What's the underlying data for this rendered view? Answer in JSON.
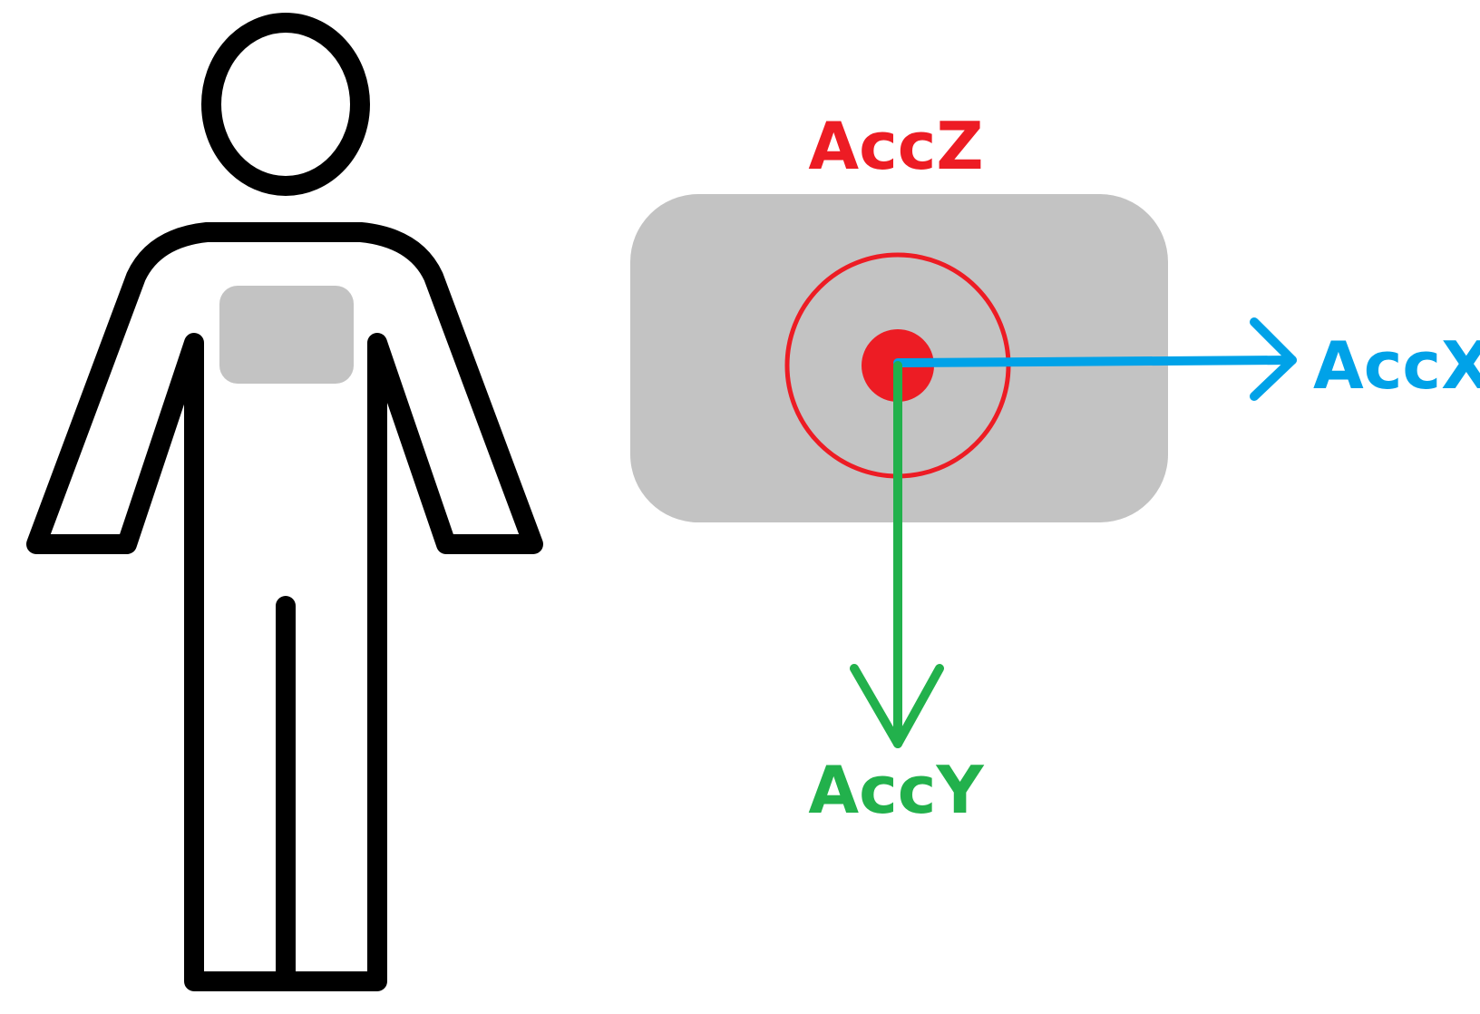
{
  "axes": {
    "z": {
      "label": "AccZ",
      "color": "#ed1c24"
    },
    "x": {
      "label": "AccX",
      "color": "#00a2e8"
    },
    "y": {
      "label": "AccY",
      "color": "#22b14c"
    }
  },
  "figure": {
    "outline_color": "#000000",
    "sensor_color": "#c3c3c3"
  }
}
